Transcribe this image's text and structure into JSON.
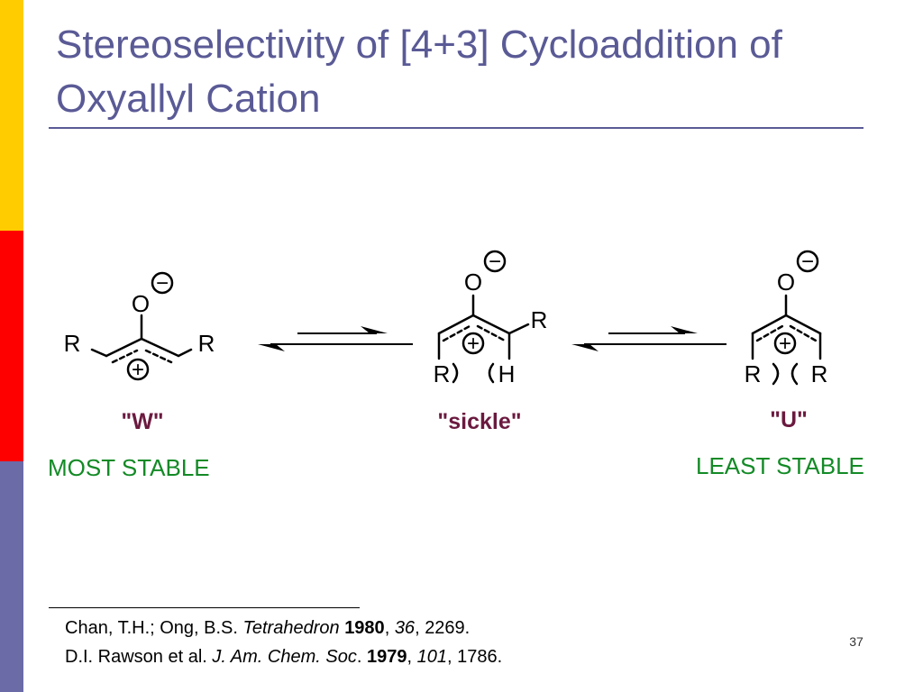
{
  "slide": {
    "title": "Stereoselectivity of [4+3] Cycloaddition of Oxyallyl Cation",
    "page_number": "37"
  },
  "colors": {
    "title": "#5a5a96",
    "conformer_name": "#6b1a3f",
    "stability": "#138a26",
    "bar_yellow": "#ffcc00",
    "bar_red": "#ff0000",
    "bar_blue": "#6b6ba8"
  },
  "scheme": {
    "atom_o": "O",
    "atom_r": "R",
    "atom_h": "H",
    "plus_symbol": "+",
    "minus_symbol": "−",
    "conformers": [
      {
        "name": "\"W\"",
        "stability": "MOST STABLE"
      },
      {
        "name": "\"sickle\"",
        "stability": ""
      },
      {
        "name": "\"U\"",
        "stability": "LEAST STABLE"
      }
    ]
  },
  "references": [
    {
      "authors": "Chan, T.H.; Ong, B.S. ",
      "journal": "Tetrahedron",
      "year": "1980",
      "volume": "36",
      "pages": "2269."
    },
    {
      "authors": "D.I. Rawson et al. ",
      "journal": "J. Am. Chem. Soc",
      "year": "1979",
      "volume": "101",
      "pages": "1786."
    }
  ]
}
